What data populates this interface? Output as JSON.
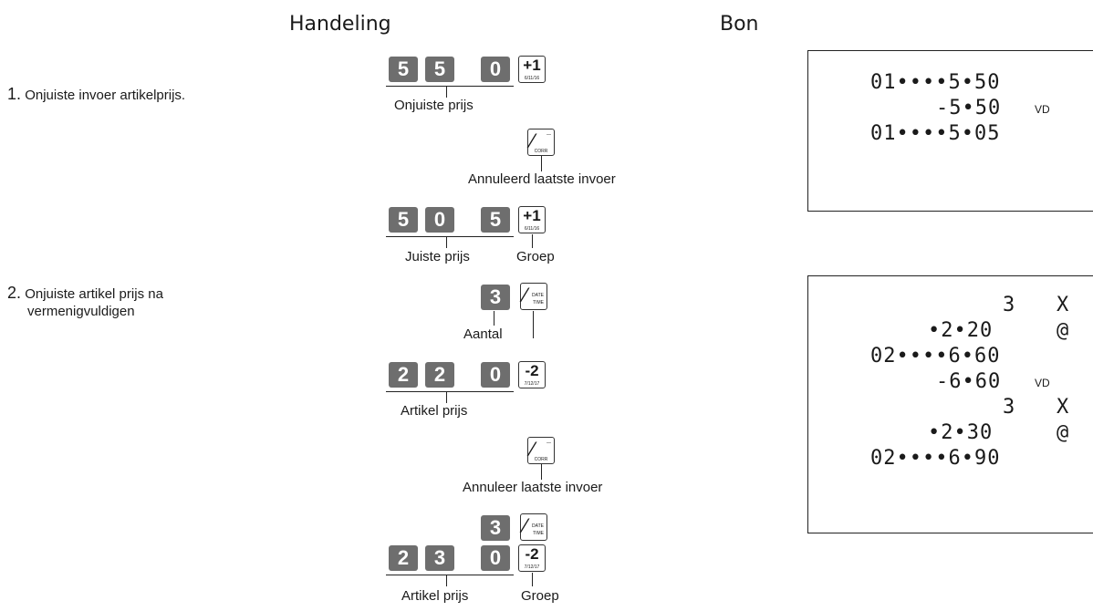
{
  "headers": {
    "action": "Handeling",
    "receipt": "Bon"
  },
  "steps": [
    {
      "number": "1.",
      "text": "Onjuiste invoer artikelprijs."
    },
    {
      "number": "2.",
      "text_line1": "Onjuiste artikel prijs na",
      "text_line2": "vermenigvuldigen"
    }
  ],
  "keys": {
    "s1_row1": [
      "5",
      "5",
      "0"
    ],
    "s1_row2": [
      "5",
      "0",
      "5"
    ],
    "s2_qty1": "3",
    "s2_row1": [
      "2",
      "2",
      "0"
    ],
    "s2_qty2": "3",
    "s2_row2": [
      "2",
      "3",
      "0"
    ]
  },
  "func_keys": {
    "dept1_main": "+1",
    "dept1_sub": "6/11/16",
    "dept2_main": "-2",
    "dept2_sub": "7/12/17",
    "corr_sub": "CORR",
    "x_sub_top": "DATE",
    "x_sub_bottom": "TIME"
  },
  "labels": {
    "s1_wrong_price": "Onjuiste prijs",
    "s1_cancel": "Annuleerd laatste invoer",
    "s1_correct_price": "Juiste prijs",
    "s1_group": "Groep",
    "s2_quantity": "Aantal",
    "s2_item_price": "Artikel prijs",
    "s2_cancel": "Annuleer laatste invoer",
    "s2_item_price2": "Artikel prijs",
    "s2_group": "Groep"
  },
  "receipt1": [
    {
      "text": "01••••5•50",
      "tag": ""
    },
    {
      "text": "-5•50",
      "tag": "VD"
    },
    {
      "text": "01••••5•05",
      "tag": ""
    }
  ],
  "receipt2": [
    {
      "text": "3",
      "tag": "X"
    },
    {
      "text": "•2•20",
      "tag": "@"
    },
    {
      "text": "02••••6•60",
      "tag": ""
    },
    {
      "text": "-6•60",
      "tag": "VD"
    },
    {
      "text": "3",
      "tag": "X"
    },
    {
      "text": "•2•30",
      "tag": "@"
    },
    {
      "text": "02••••6•90",
      "tag": ""
    }
  ]
}
